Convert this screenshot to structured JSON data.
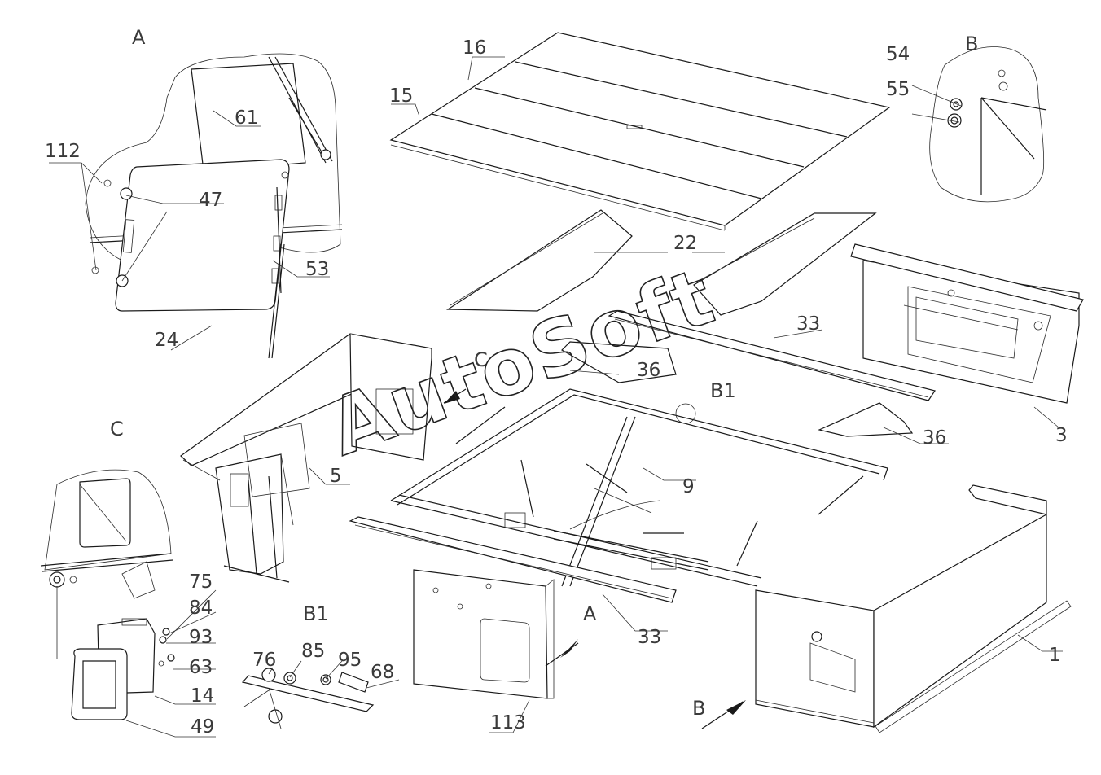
{
  "watermark": "AutoSoft",
  "views": {
    "A": "A",
    "B": "B",
    "C": "C",
    "B1": "B1",
    "arrow_A": "A",
    "arrow_B": "B",
    "arrow_C": "C",
    "arrow_B1": "B1"
  },
  "callouts": {
    "c1": "1",
    "c3": "3",
    "c5": "5",
    "c9": "9",
    "c14": "14",
    "c15": "15",
    "c16": "16",
    "c22": "22",
    "c24": "24",
    "c33a": "33",
    "c33b": "33",
    "c36a": "36",
    "c36b": "36",
    "c47": "47",
    "c49": "49",
    "c53": "53",
    "c54": "54",
    "c55": "55",
    "c61": "61",
    "c63": "63",
    "c68": "68",
    "c75": "75",
    "c76": "76",
    "c84": "84",
    "c85": "85",
    "c93": "93",
    "c95": "95",
    "c112": "112",
    "c113": "113"
  }
}
